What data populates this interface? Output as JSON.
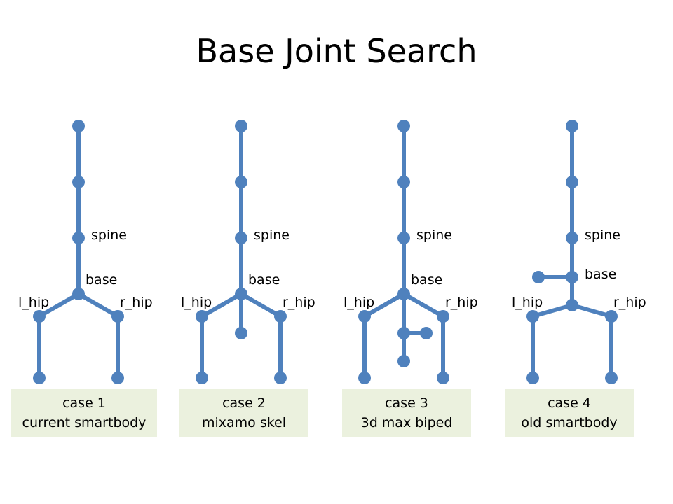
{
  "title": "Base Joint Search",
  "colors": {
    "joint": "#4f81bd",
    "caption_bg": "#ebf1de"
  },
  "cases": [
    {
      "name": "case 1",
      "desc": "current smartbody",
      "labels": {
        "spine": "spine",
        "base": "base",
        "l_hip": "l_hip",
        "r_hip": "r_hip"
      }
    },
    {
      "name": "case 2",
      "desc": "mixamo skel",
      "labels": {
        "spine": "spine",
        "base": "base",
        "l_hip": "l_hip",
        "r_hip": "r_hip"
      }
    },
    {
      "name": "case 3",
      "desc": "3d max biped",
      "labels": {
        "spine": "spine",
        "base": "base",
        "l_hip": "l_hip",
        "r_hip": "r_hip"
      }
    },
    {
      "name": "case 4",
      "desc": "old smartbody",
      "labels": {
        "spine": "spine",
        "base": "base",
        "l_hip": "l_hip",
        "r_hip": "r_hip"
      }
    }
  ]
}
